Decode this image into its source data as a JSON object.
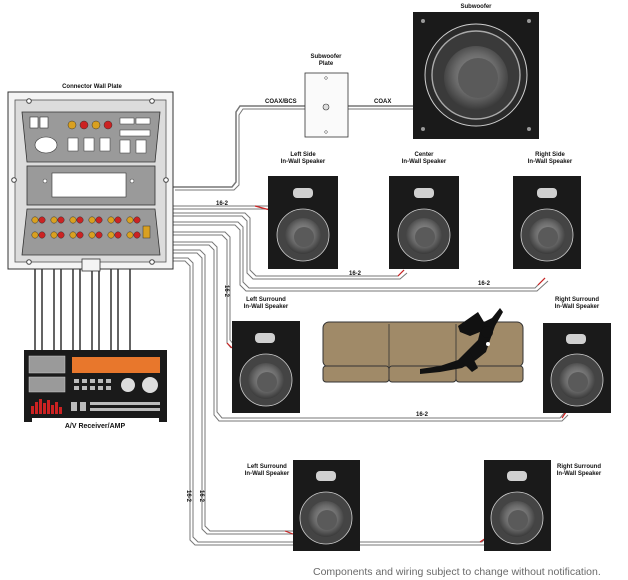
{
  "labels": {
    "wall_plate": "Connector Wall Plate",
    "subwoofer": "Subwoofer",
    "subwoofer_plate": [
      "Subwoofer",
      "Plate"
    ],
    "coax_bcs": "COAX/BCS",
    "coax": "COAX",
    "left_side": [
      "Left Side",
      "In-Wall Speaker"
    ],
    "center": [
      "Center",
      "In-Wall Speaker"
    ],
    "right_side": [
      "Right Side",
      "In-Wall Speaker"
    ],
    "left_surround_front": [
      "Left Surround",
      "In-Wall Speaker"
    ],
    "right_surround_front": [
      "Right Surround",
      "In-Wall Speaker"
    ],
    "left_surround_rear": [
      "Left Surround",
      "In-Wall Speaker"
    ],
    "right_surround_rear": [
      "Right Surround",
      "In-Wall Speaker"
    ],
    "receiver": "A/V Receiver/AMP",
    "wire_16_2": "16-2"
  },
  "footnote": "Components and wiring subject to change without notification.",
  "colors": {
    "speaker_cabinet": "#1a1a1a",
    "woofer": "#6e6e6e",
    "couch": "#a08a68",
    "red_wire": "#cc2222",
    "receiver_orange": "#e8772c",
    "plate_gray": "#8c8c8c"
  }
}
